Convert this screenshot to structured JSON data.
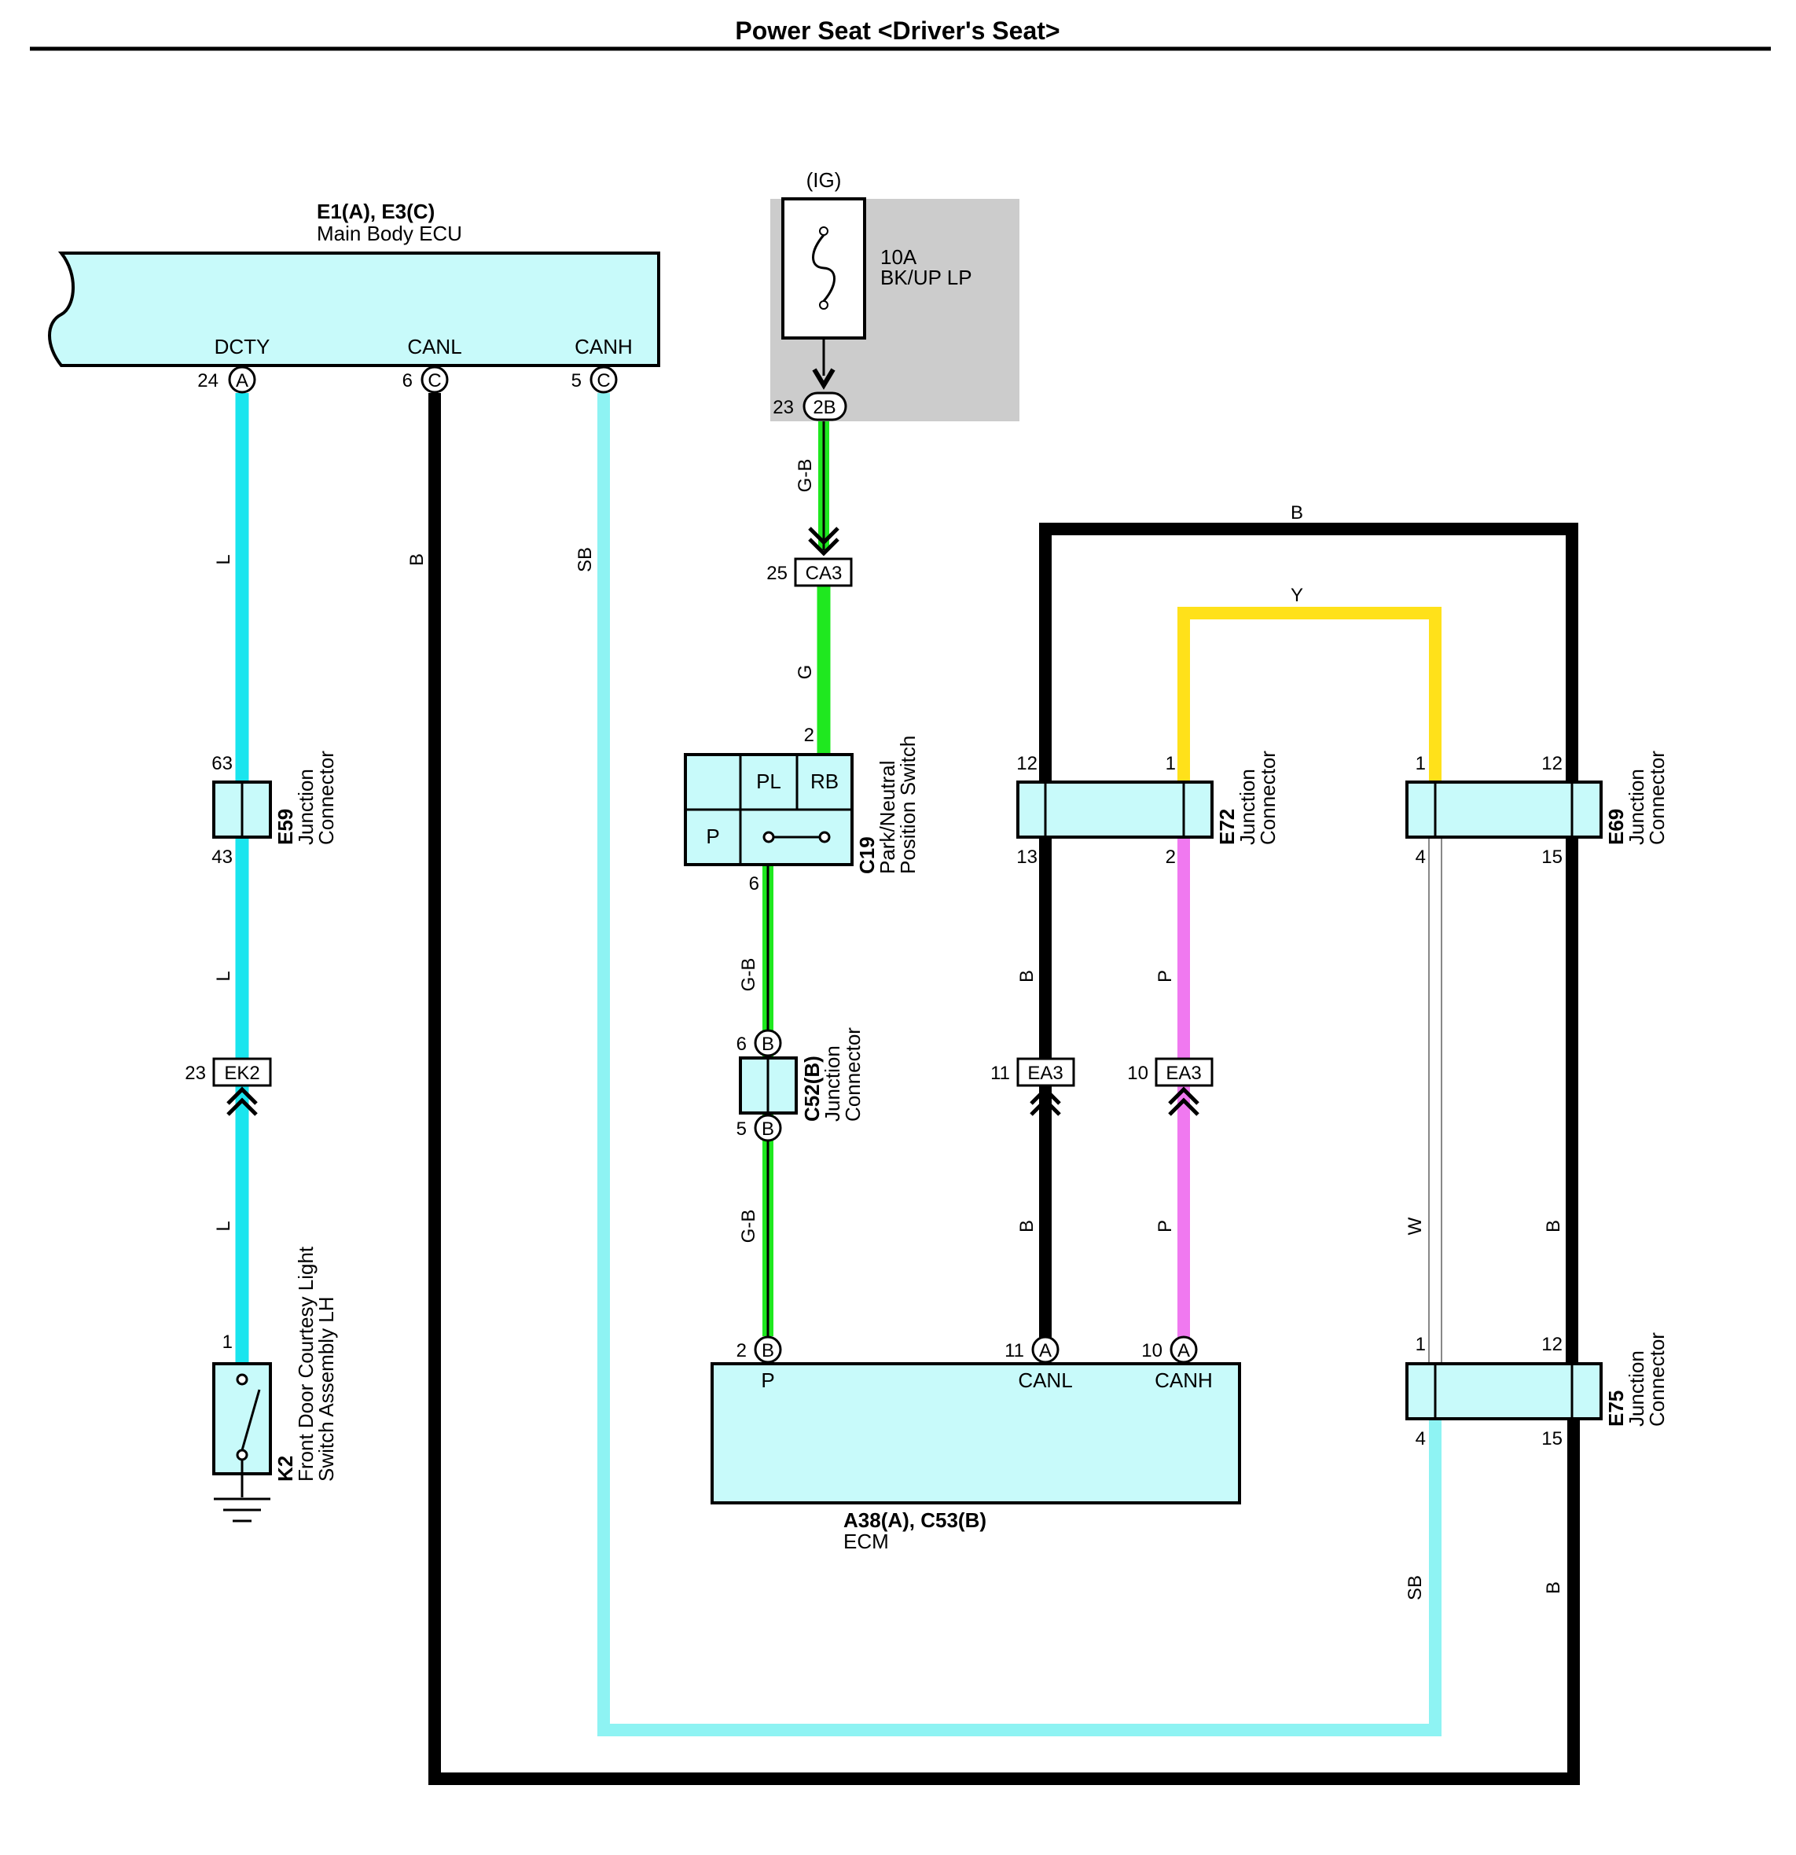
{
  "title": "Power Seat <Driver's Seat>",
  "colors": {
    "wire_L": "#1ae5ee",
    "wire_SB": "#8ef3f3",
    "wire_B": "#000000",
    "wire_G": "#1fe81f",
    "wire_Y": "#ffe11a",
    "wire_P": "#f079f0",
    "component_fill": "#c8fafa",
    "relay_box": "#cccccc"
  },
  "main_body_ecu": {
    "code": "E1(A), E3(C)",
    "name": "Main Body ECU",
    "terminals": [
      "DCTY",
      "CANL",
      "CANH"
    ],
    "pins": [
      "24",
      "6",
      "5"
    ],
    "pin_connectors": [
      "A",
      "C",
      "C"
    ]
  },
  "fuse": {
    "supply": "(IG)",
    "rating": "10A",
    "name": "BK/UP LP",
    "pin": "23",
    "connector": "2B"
  },
  "wires": {
    "dcty": "L",
    "canl": "B",
    "canh": "SB",
    "fuse_out": "G-B",
    "ca3_out": "G",
    "c19_out": "G-B",
    "c52_out": "G-B",
    "top_loop": "B",
    "yellow": "Y",
    "e72_canl": "B",
    "e72_canh": "P",
    "ea3_canl": "B",
    "ea3_canh": "P",
    "e69_w": "W",
    "e69_b": "B",
    "e75_sb": "SB",
    "e75_b": "B"
  },
  "connectors": {
    "ca3": {
      "code": "CA3",
      "pin": "25"
    },
    "ek2": {
      "code": "EK2",
      "pin": "23"
    },
    "ea3_canl": {
      "code": "EA3",
      "pin": "11"
    },
    "ea3_canh": {
      "code": "EA3",
      "pin": "10"
    }
  },
  "e59": {
    "code": "E59",
    "name": "Junction",
    "name2": "Connector",
    "pin_top": "63",
    "pin_bottom": "43"
  },
  "k2": {
    "code": "K2",
    "name": "Front Door Courtesy Light",
    "name2": "Switch Assembly LH",
    "pin": "1"
  },
  "c19": {
    "code": "C19",
    "name": "Park/Neutral",
    "name2": "Position Switch",
    "cells": [
      "PL",
      "RB",
      "P"
    ],
    "pin_top": "2",
    "pin_bottom": "6"
  },
  "c52": {
    "code": "C52(B)",
    "name": "Junction",
    "name2": "Connector",
    "pin_top": "6",
    "pin_bottom": "5",
    "connector": "B"
  },
  "e72": {
    "code": "E72",
    "name": "Junction",
    "name2": "Connector",
    "pins": [
      "12",
      "1",
      "13",
      "2"
    ]
  },
  "e69": {
    "code": "E69",
    "name": "Junction",
    "name2": "Connector",
    "pins": [
      "1",
      "12",
      "4",
      "15"
    ]
  },
  "e75": {
    "code": "E75",
    "name": "Junction",
    "name2": "Connector",
    "pins": [
      "1",
      "12",
      "4",
      "15"
    ]
  },
  "ecm": {
    "code": "A38(A), C53(B)",
    "name": "ECM",
    "terminals": [
      "P",
      "CANL",
      "CANH"
    ],
    "pins": [
      "2",
      "11",
      "10"
    ],
    "pin_connectors": [
      "B",
      "A",
      "A"
    ]
  }
}
